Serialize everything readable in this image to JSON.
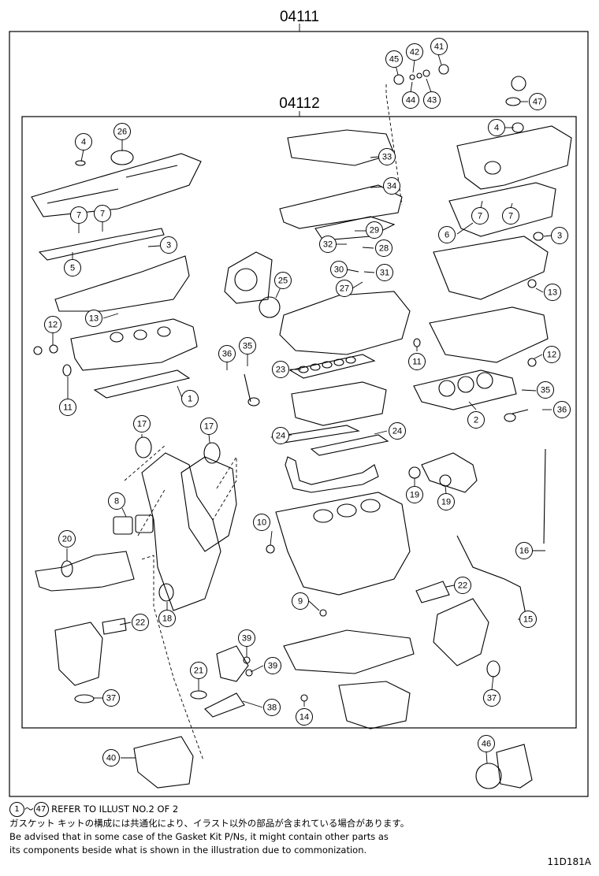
{
  "diagram": {
    "outer_label": "04111",
    "inner_label": "04112",
    "callouts": [
      "1",
      "2",
      "3",
      "4",
      "5",
      "6",
      "7",
      "8",
      "9",
      "10",
      "11",
      "12",
      "13",
      "14",
      "15",
      "16",
      "17",
      "18",
      "19",
      "20",
      "21",
      "22",
      "23",
      "24",
      "25",
      "26",
      "27",
      "28",
      "29",
      "30",
      "31",
      "32",
      "33",
      "34",
      "35",
      "36",
      "37",
      "38",
      "39",
      "40",
      "41",
      "42",
      "43",
      "44",
      "45",
      "46",
      "47"
    ]
  },
  "notes": {
    "ref_from": "1",
    "ref_tilde": "～",
    "ref_to": "47",
    "ref_text": "REFER TO ILLUST NO.2 OF 2",
    "jp_line": "ガスケット キットの構成には共通化により、イラスト以外の部品が含まれている場合があります。",
    "en_line1": "Be advised that in some case of the Gasket Kit P/Ns,  it might contain other parts as",
    "en_line2": "its components beside what is shown in the illustration due to commonization."
  },
  "illustration_code": "11D181A"
}
